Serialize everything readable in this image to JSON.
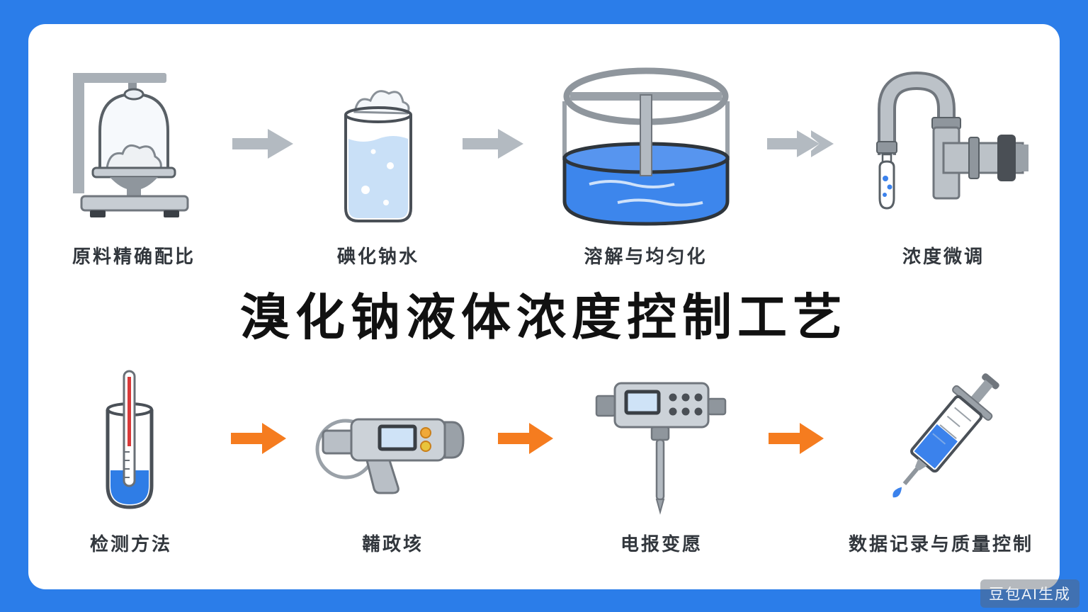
{
  "page": {
    "title": "溴化钠液体浓度控制工艺",
    "watermark": "豆包AI生成"
  },
  "top_row": {
    "steps": [
      {
        "label": "原料精确配比",
        "icon": "balance-scale-icon"
      },
      {
        "label": "碘化钠水",
        "icon": "powder-beaker-icon"
      },
      {
        "label": "溶解与均匀化",
        "icon": "mixing-tank-icon"
      },
      {
        "label": "浓度微调",
        "icon": "pipe-valve-icon"
      }
    ],
    "arrow_style": "gray-block-arrow",
    "last_arrow_style": "gray-double-arrow"
  },
  "bottom_row": {
    "steps": [
      {
        "label": "检测方法",
        "icon": "test-tube-thermometer-icon"
      },
      {
        "label": "韛政垓",
        "icon": "handheld-refractometer-icon"
      },
      {
        "label": "电报变愿",
        "icon": "electrode-transducer-icon"
      },
      {
        "label": "数据记录与质量控制",
        "icon": "syringe-icon"
      }
    ],
    "arrow_style": "orange-block-arrow"
  },
  "colors": {
    "background": "#2b7de9",
    "card": "#ffffff",
    "title_text": "#111111",
    "label_text": "#32373d",
    "gray_arrow": "#b3bac1",
    "orange_arrow": "#f57c1f",
    "liquid_blue": "#3d86ec",
    "light_blue": "#c9e0f7",
    "device_gray": "#ccd2d8",
    "dark_gray": "#4a4f55",
    "thermometer_red": "#d93a3a",
    "button_orange": "#f0a93a"
  }
}
